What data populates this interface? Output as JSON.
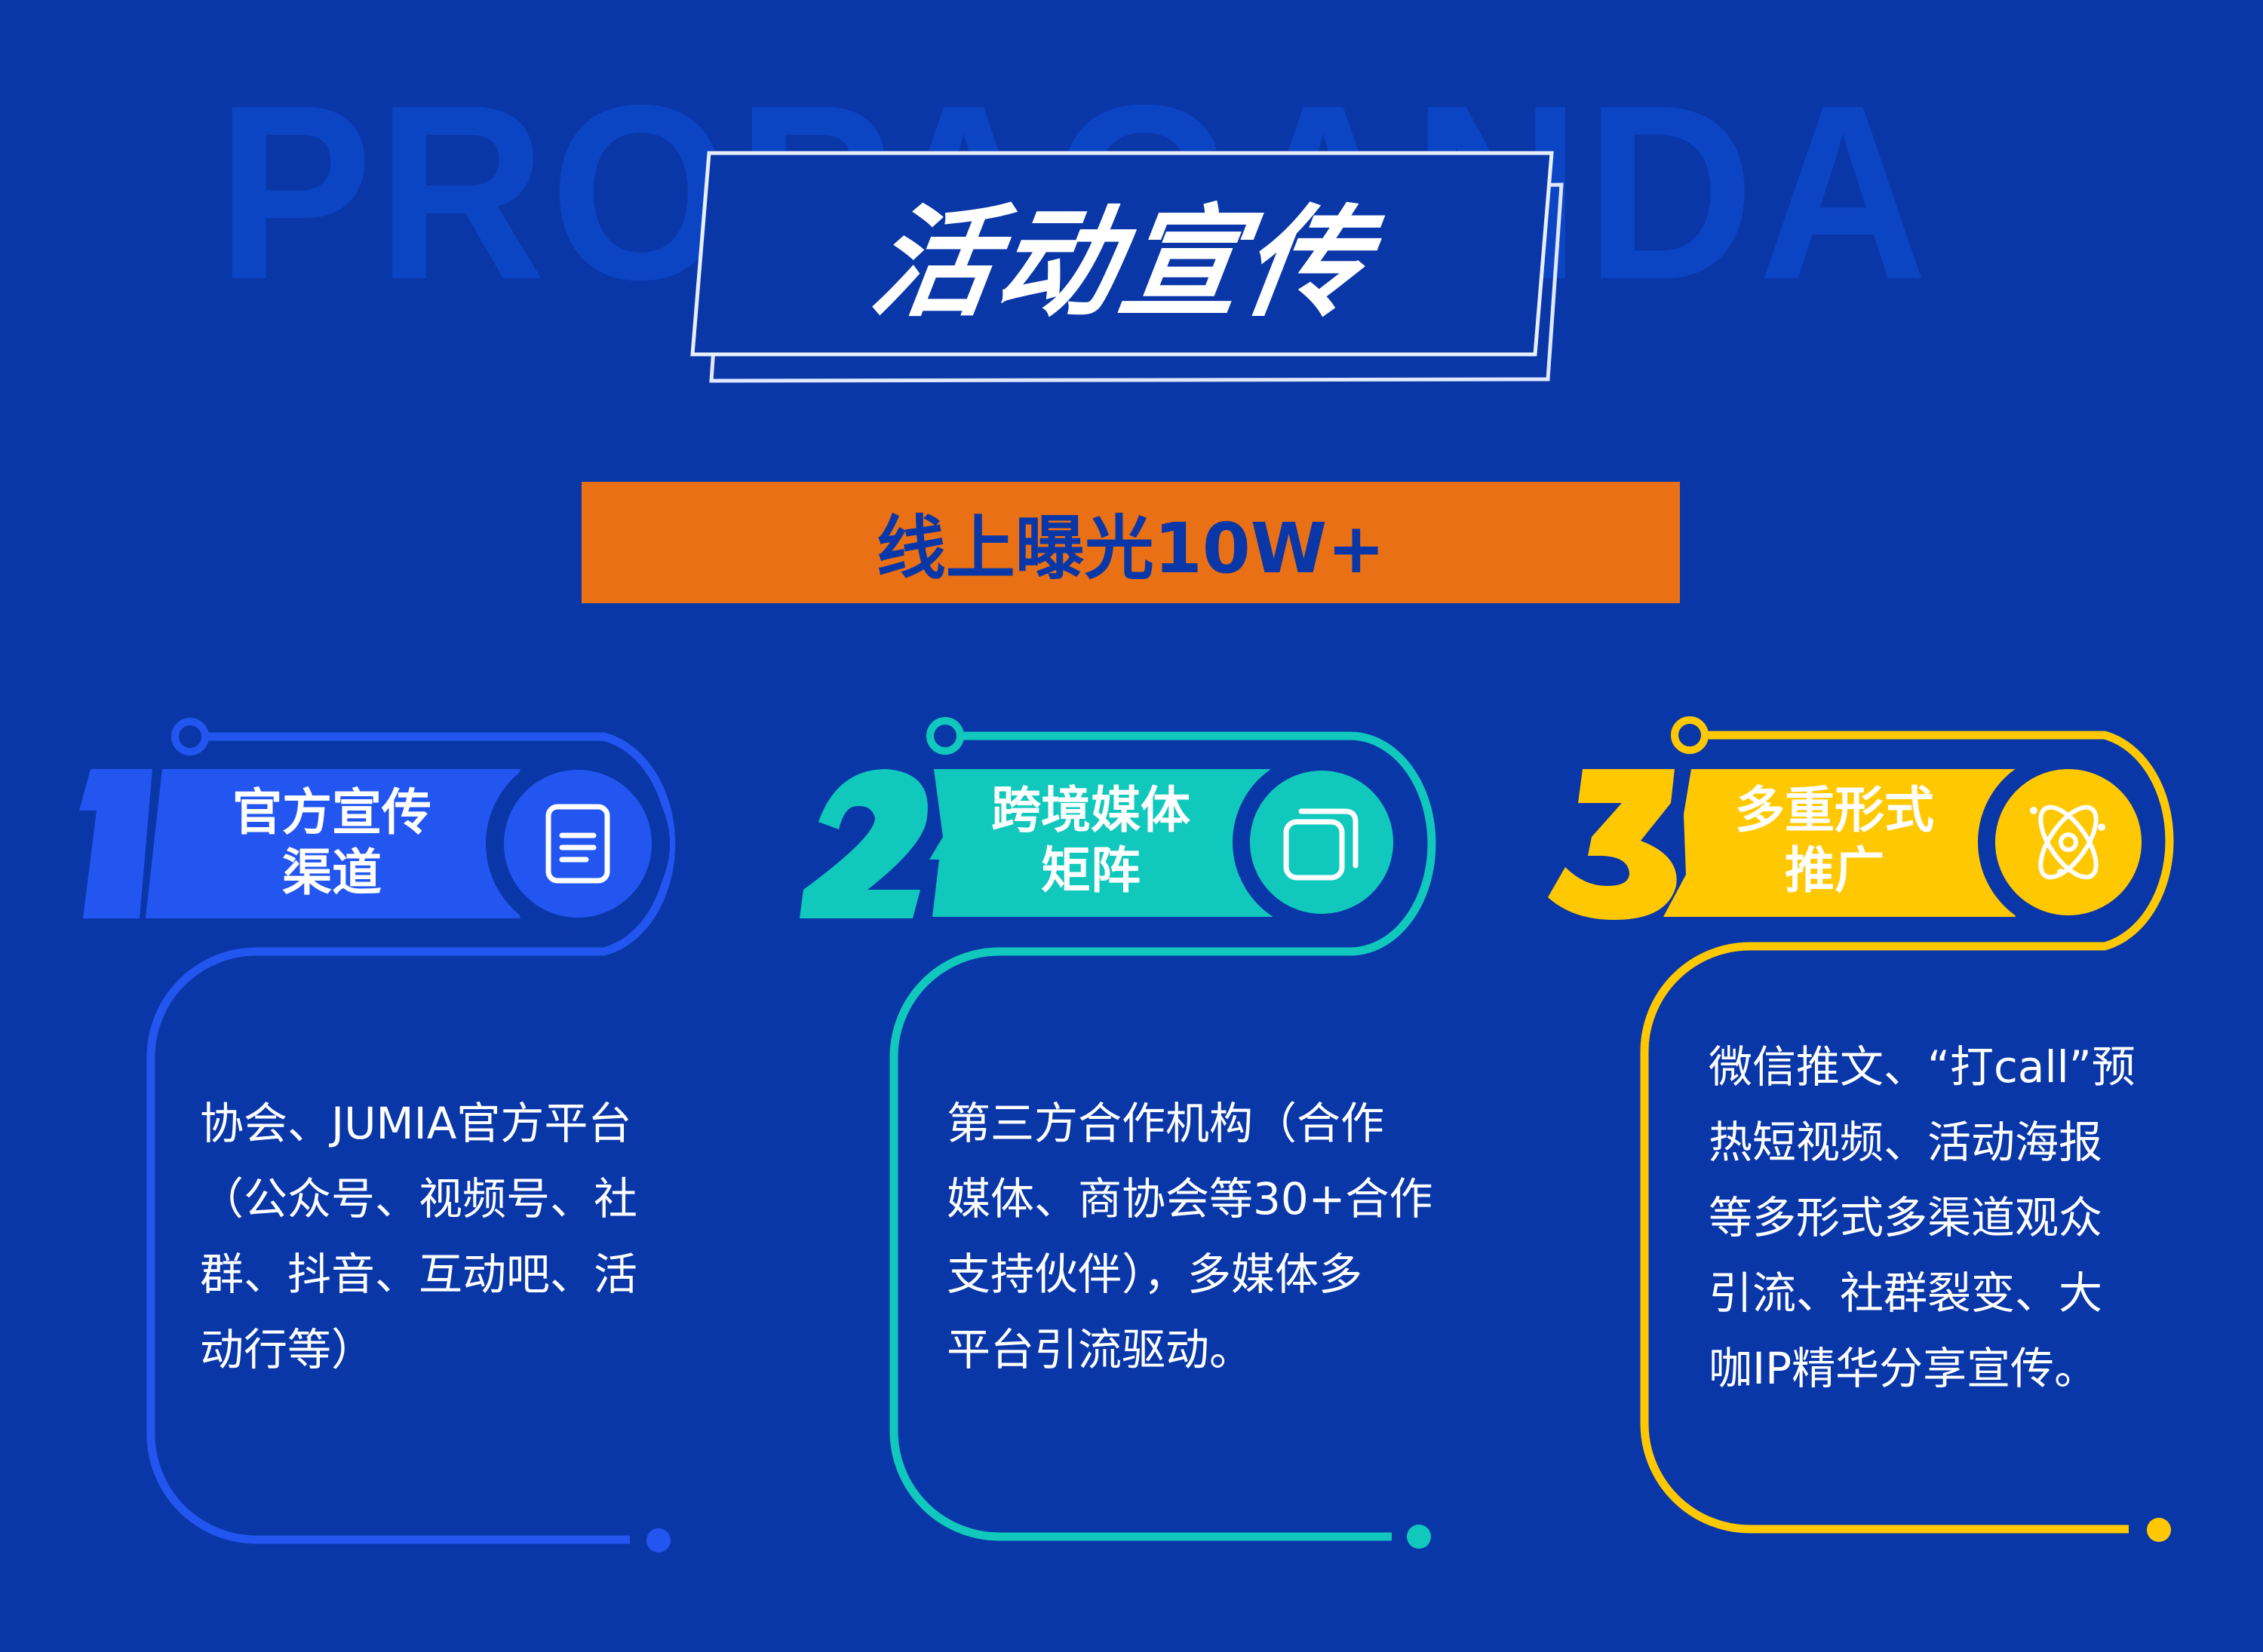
{
  "watermark": "PROPAGANDA",
  "title": "活动宣传",
  "banner": {
    "text": "线上曝光10W+",
    "color": "#e97014"
  },
  "colors": {
    "background": "#0a37a8",
    "card1": "#2356f0",
    "card2": "#10c9bc",
    "card3": "#ffc800",
    "text": "#ffffff"
  },
  "cards": [
    {
      "number": "1",
      "heading_line1": "官方宣传",
      "heading_line2": "渠道",
      "icon": "document-icon",
      "body": [
        "协会、JUMIA官方平台",
        "（公众号、视频号、社",
        "群、抖音、互动吧、活",
        "动行等）"
      ]
    },
    {
      "number": "2",
      "heading_line1": "跨境媒体",
      "heading_line2": "矩阵",
      "icon": "copy-icon",
      "body": [
        "第三方合作机构（合作",
        "媒体、商协会等30+合作",
        "支持伙伴），多媒体多",
        "平台引流驱动。"
      ]
    },
    {
      "number": "3",
      "heading_line1": "多重形式",
      "heading_line2": "推广",
      "icon": "atom-icon",
      "body": [
        "微信推文、“打call”预",
        "热短视频、活动海报",
        "等多形式多渠道观众",
        "引流、社群裂变、大",
        "咖IP精华分享宣传。"
      ]
    }
  ]
}
